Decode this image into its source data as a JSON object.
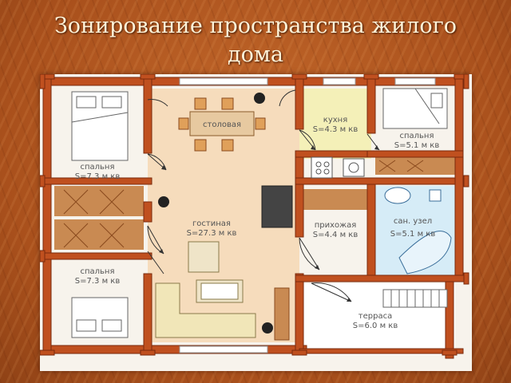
{
  "title": {
    "line1": "Зонирование пространства жилого",
    "line2": "дома"
  },
  "rooms": {
    "bedroom_top_left": {
      "name": "спальня",
      "area": "S=7.3 м кв"
    },
    "bedroom_bottom_left": {
      "name": "спальня",
      "area": "S=7.3 м кв"
    },
    "dining": {
      "name": "столовая"
    },
    "living": {
      "name": "гостиная",
      "area": "S=27.3 м кв"
    },
    "kitchen": {
      "name": "кухня",
      "area": "S=4.3 м кв"
    },
    "bedroom_top_right": {
      "name": "спальня",
      "area": "S=5.1 м кв"
    },
    "hallway": {
      "name": "прихожая",
      "area": "S=4.4 м кв"
    },
    "bathroom": {
      "name": "сан. узел",
      "area": "S=5.1 м кв"
    },
    "terrace": {
      "name": "терраса",
      "area": "S=6.0 м кв"
    }
  },
  "colors": {
    "wall": "#c0501f",
    "wall_outline": "#7a2a0c",
    "living_floor": "#f6dcbc",
    "kitchen_floor": "#f4f0b8",
    "bath_floor": "#d6ecf7",
    "closet_fill": "#c98a52"
  }
}
